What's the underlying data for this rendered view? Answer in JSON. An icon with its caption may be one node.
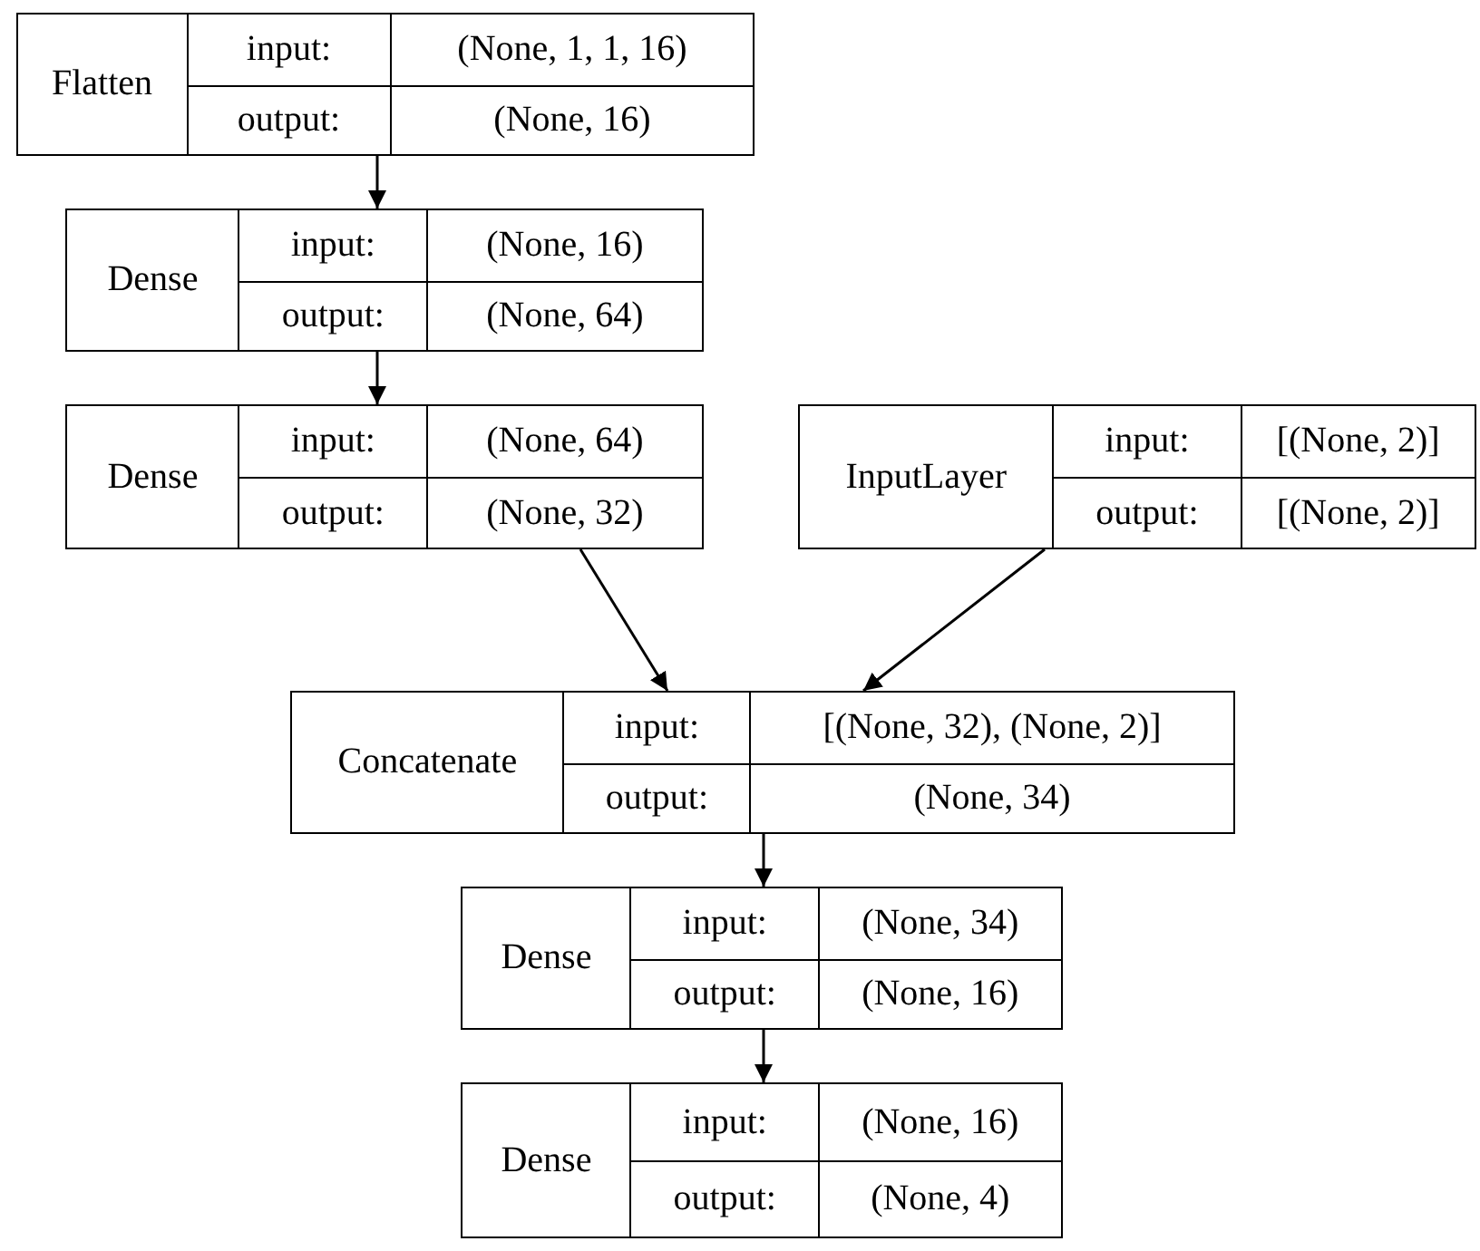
{
  "diagram": {
    "nodes": [
      {
        "text": [
          "Flatten",
          "input:",
          "(None, 1, 1, 16)",
          "output:",
          "(None, 16)"
        ]
      },
      {
        "text": [
          "Dense",
          "input:",
          "(None, 16)",
          "output:",
          "(None, 64)"
        ]
      },
      {
        "text": [
          "Dense",
          "input:",
          "(None, 64)",
          "output:",
          "(None, 32)"
        ]
      },
      {
        "text": [
          "InputLayer",
          "input:",
          "[(None, 2)]",
          "output:",
          "[(None, 2)]"
        ]
      },
      {
        "text": [
          "Concatenate",
          "input:",
          "[(None, 32), (None, 2)]",
          "output:",
          "(None, 34)"
        ]
      },
      {
        "text": [
          "Dense",
          "input:",
          "(None, 34)",
          "output:",
          "(None, 16)"
        ]
      },
      {
        "text": [
          "Dense",
          "input:",
          "(None, 16)",
          "output:",
          "(None, 4)"
        ]
      }
    ],
    "edges": [
      {
        "from": 0,
        "to": 1,
        "arrow": "to"
      },
      {
        "from": 1,
        "to": 2,
        "arrow": "to"
      },
      {
        "from": 2,
        "to": 4,
        "arrow": "to"
      },
      {
        "from": 3,
        "to": 4,
        "arrow": "to"
      },
      {
        "from": 4,
        "to": 5,
        "arrow": "to"
      },
      {
        "from": 5,
        "to": 6,
        "arrow": "to"
      }
    ]
  }
}
